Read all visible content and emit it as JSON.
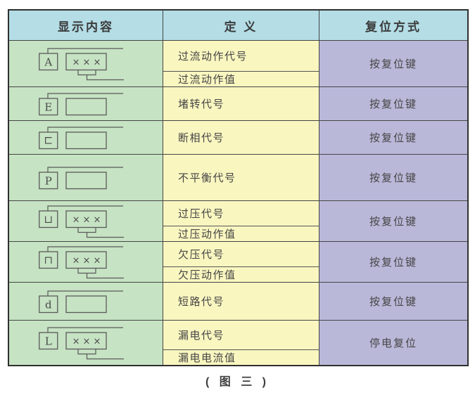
{
  "header": {
    "col1": "显示内容",
    "col2": "定 义",
    "col3": "复位方式"
  },
  "caption": "( 图 三 )",
  "colors": {
    "header_bg": "#b4dde6",
    "display_col_bg": "#c6e3c3",
    "definition_col_bg": "#f9f6c0",
    "reset_col_bg": "#bab8d9",
    "border": "#2f2f2f"
  },
  "rows": [
    {
      "code_glyph": "A",
      "value_display": "×××",
      "definitions": [
        "过流动作代号",
        "过流动作值"
      ],
      "reset": "按复位键"
    },
    {
      "code_glyph": "E",
      "value_display": "",
      "definitions": [
        "堵转代号"
      ],
      "reset": "按复位键"
    },
    {
      "code_glyph": "⊏",
      "value_display": "",
      "definitions": [
        "断相代号"
      ],
      "reset": "按复位键"
    },
    {
      "code_glyph": "P",
      "value_display": "",
      "definitions": [
        "不平衡代号"
      ],
      "reset": "按复位键"
    },
    {
      "code_glyph": "⊔",
      "value_display": "×××",
      "definitions": [
        "过压代号",
        "过压动作值"
      ],
      "reset": "按复位键"
    },
    {
      "code_glyph": "⊓",
      "value_display": "×××",
      "definitions": [
        "欠压代号",
        "欠压动作值"
      ],
      "reset": "按复位键"
    },
    {
      "code_glyph": "d",
      "value_display": "",
      "definitions": [
        "短路代号"
      ],
      "reset": "按复位键"
    },
    {
      "code_glyph": "L",
      "value_display": "×××",
      "definitions": [
        "漏电代号",
        "漏电电流值"
      ],
      "reset": "停电复位"
    }
  ]
}
